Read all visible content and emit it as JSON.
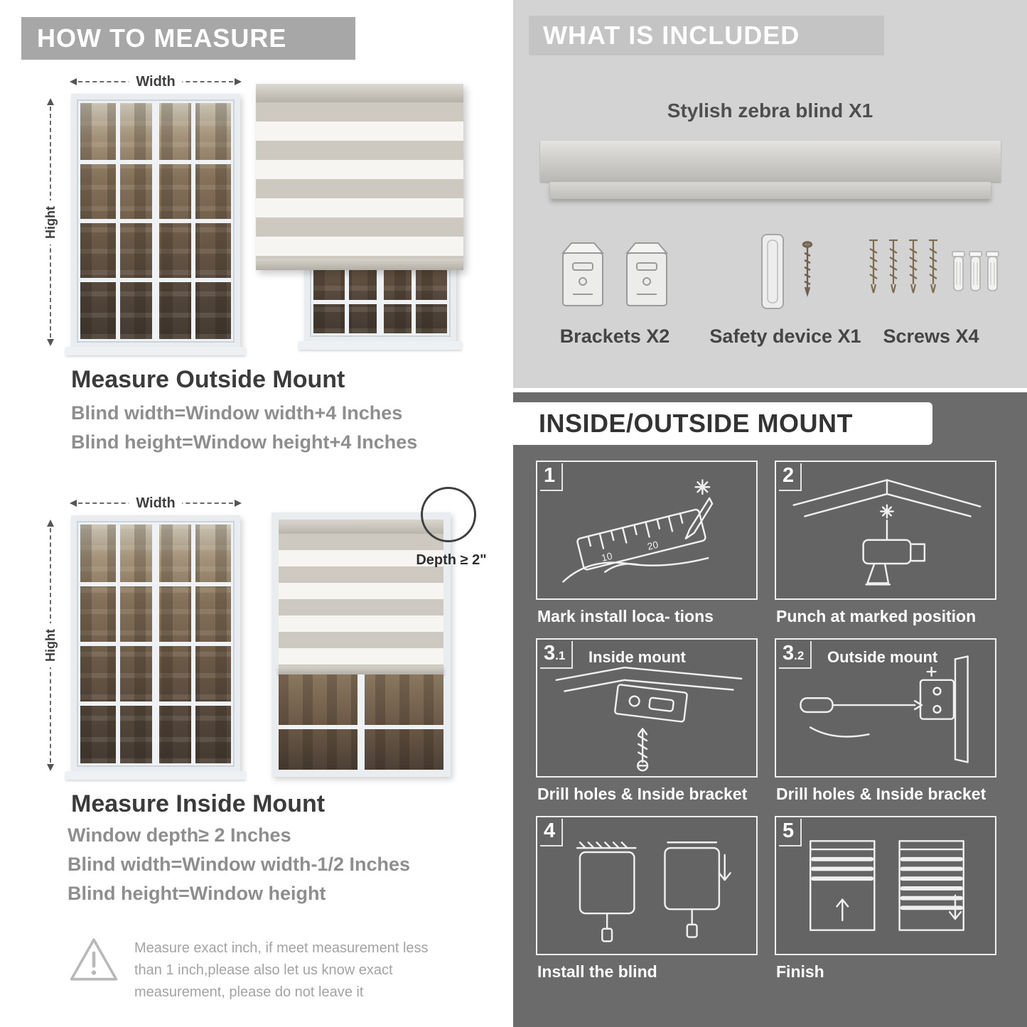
{
  "colors": {
    "banner_gray": "#a7a7a7",
    "light_section_gray": "#d3d3d3",
    "dark_section_gray": "#6b6b6b",
    "heading_text": "#3b3b3b",
    "formula_text": "#8e8e8e"
  },
  "measure": {
    "title": "HOW TO MEASURE",
    "labels": {
      "width": "Width",
      "height": "Hight"
    },
    "outside": {
      "heading": "Measure Outside Mount",
      "formula1": "Blind width=Window width+4 Inches",
      "formula2": "Blind height=Window height+4 Inches"
    },
    "inside": {
      "heading": "Measure Inside Mount",
      "depth_badge": "Depth ≥ 2\"",
      "formula1": "Window depth≥ 2 Inches",
      "formula2": "Blind width=Window width-1/2 Inches",
      "formula3": "Blind height=Window height"
    },
    "warning": "Measure exact inch, if meet measurement less than 1 inch,please also let us know exact measurement, please do not leave it"
  },
  "included": {
    "title": "WHAT IS INCLUDED",
    "blind_label": "Stylish zebra blind X1",
    "items": [
      {
        "label": "Brackets X2"
      },
      {
        "label": "Safety device X1"
      },
      {
        "label": "Screws X4"
      }
    ]
  },
  "mount": {
    "title": "INSIDE/OUTSIDE MOUNT",
    "steps": [
      {
        "num": "1",
        "sub": "",
        "label": "",
        "caption": "Mark install loca- tions"
      },
      {
        "num": "2",
        "sub": "",
        "label": "",
        "caption": "Punch at  marked position"
      },
      {
        "num": "3",
        "sub": ".1",
        "label": "Inside mount",
        "caption": "Drill holes &  Inside bracket"
      },
      {
        "num": "3",
        "sub": ".2",
        "label": "Outside mount",
        "caption": "Drill holes &  Inside bracket"
      },
      {
        "num": "4",
        "sub": "",
        "label": "",
        "caption": "Install the blind"
      },
      {
        "num": "5",
        "sub": "",
        "label": "",
        "caption": "Finish"
      }
    ]
  },
  "illustrations": {
    "ruler_marks": [
      "10",
      "20"
    ]
  }
}
